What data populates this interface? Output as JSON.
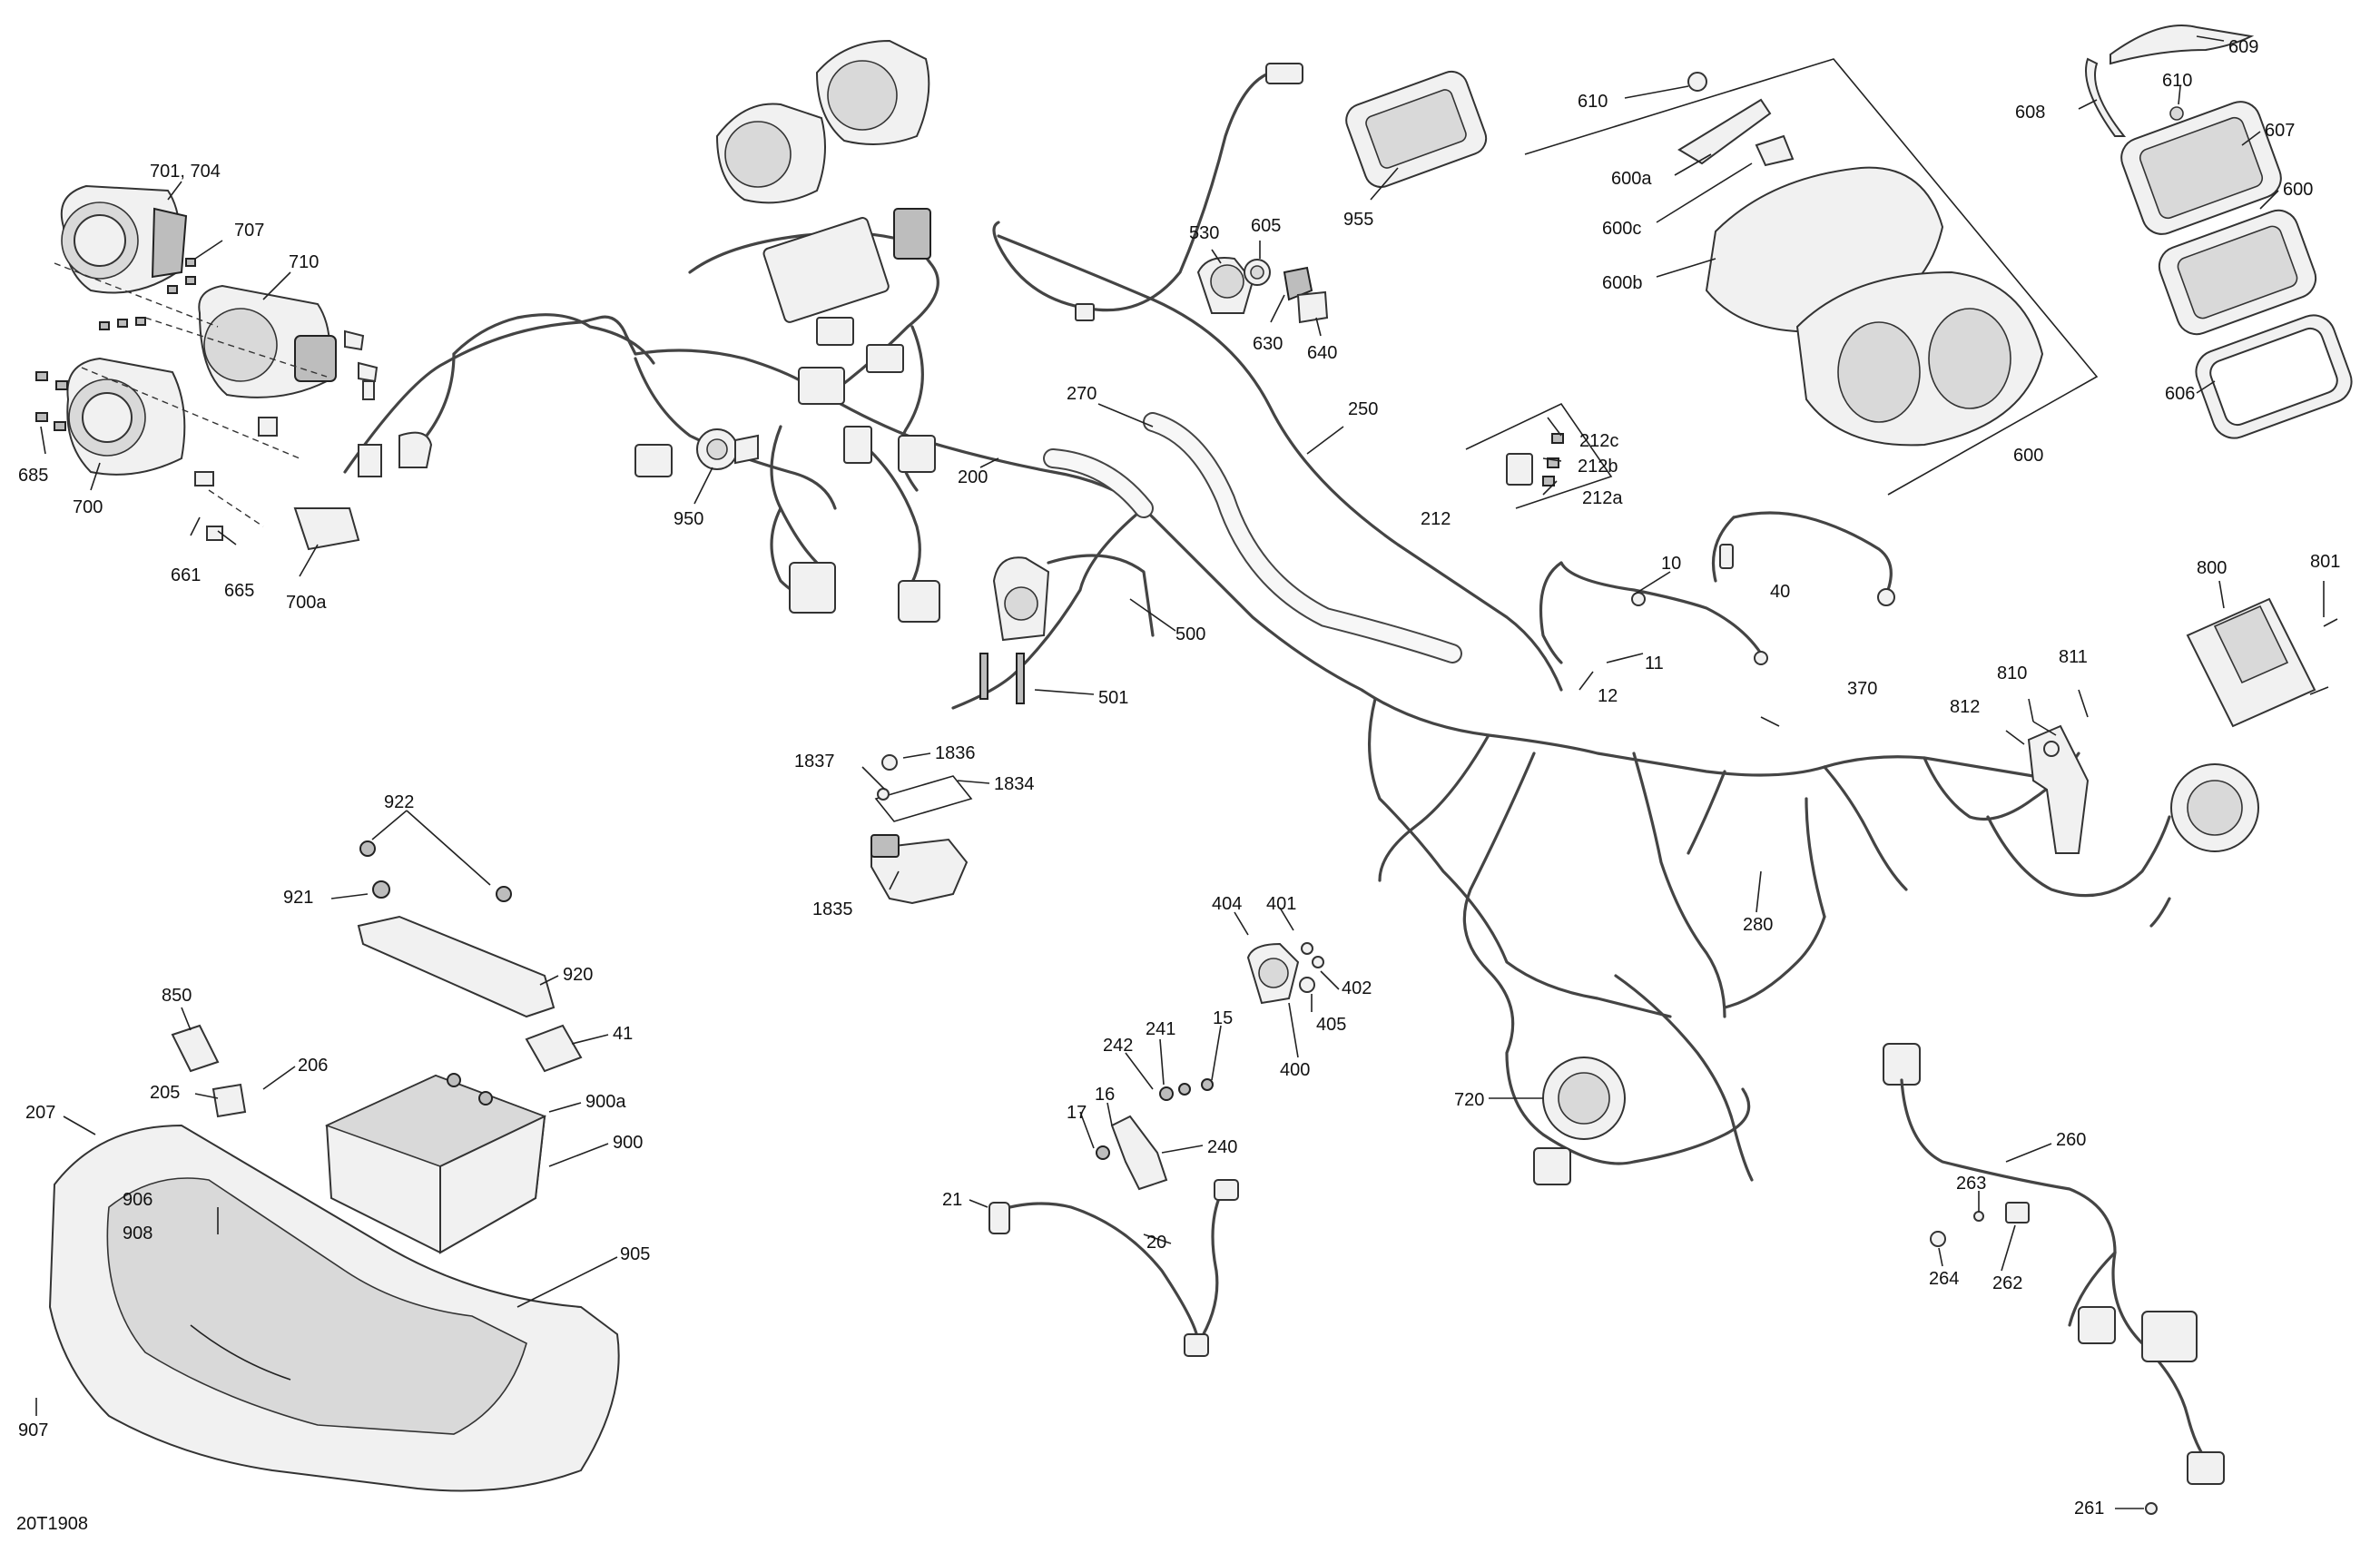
{
  "diagram": {
    "reference_code": "20T1908",
    "callouts": {
      "c701_704": "701, 704",
      "c707": "707",
      "c710": "710",
      "c685": "685",
      "c700": "700",
      "c661": "661",
      "c665": "665",
      "c700a": "700a",
      "c950": "950",
      "c200": "200",
      "c270": "270",
      "c250": "250",
      "c530": "530",
      "c605": "605",
      "c630": "630",
      "c640": "640",
      "c955": "955",
      "c610a": "610",
      "c600a": "600a",
      "c600c": "600c",
      "c600b": "600b",
      "c600_bottom": "600",
      "c212c": "212c",
      "c212b": "212b",
      "c212": "212",
      "c212a": "212a",
      "c608": "608",
      "c609": "609",
      "c610b": "610",
      "c607": "607",
      "c600_right": "600",
      "c606": "606",
      "c500": "500",
      "c501": "501",
      "c10": "10",
      "c40": "40",
      "c11": "11",
      "c12": "12",
      "c800": "800",
      "c801": "801",
      "c370": "370",
      "c810": "810",
      "c811": "811",
      "c812": "812",
      "c1837": "1837",
      "c1836": "1836",
      "c1834": "1834",
      "c1835": "1835",
      "c922": "922",
      "c921": "921",
      "c920": "920",
      "c850": "850",
      "c41": "41",
      "c205": "205",
      "c206": "206",
      "c207": "207",
      "c900a": "900a",
      "c900": "900",
      "c906": "906",
      "c908": "908",
      "c905": "905",
      "c907": "907",
      "c404": "404",
      "c401": "401",
      "c402": "402",
      "c405": "405",
      "c400": "400",
      "c242": "242",
      "c241": "241",
      "c15": "15",
      "c16": "16",
      "c17": "17",
      "c240": "240",
      "c21": "21",
      "c20": "20",
      "c280": "280",
      "c720": "720",
      "c260": "260",
      "c263": "263",
      "c262": "262",
      "c264": "264",
      "c261": "261"
    }
  }
}
